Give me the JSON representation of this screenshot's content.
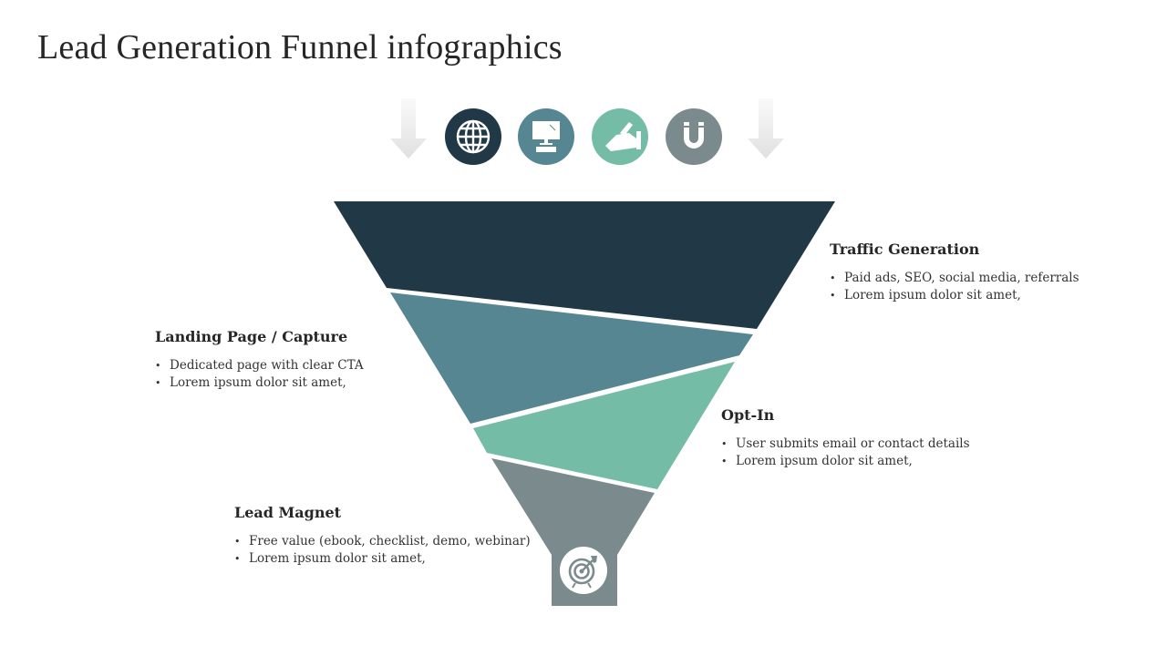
{
  "title": "Lead Generation Funnel infographics",
  "colors": {
    "stage1": "#213847",
    "stage2": "#578693",
    "stage3": "#75bca7",
    "stage4": "#7b8b8d",
    "arrow": "#e6e6e6"
  },
  "top_icons": [
    "globe-icon",
    "computer-icon",
    "handshake-icon",
    "magnet-icon"
  ],
  "bottom_icon": "target-icon",
  "stages": [
    {
      "title": "Traffic Generation",
      "bullets": [
        "Paid ads, SEO, social media, referrals",
        "Lorem ipsum dolor sit amet,"
      ]
    },
    {
      "title": "Landing Page / Capture",
      "bullets": [
        "Dedicated page with clear CTA",
        "Lorem ipsum dolor sit amet,"
      ]
    },
    {
      "title": "Opt-In",
      "bullets": [
        "User submits email or contact details",
        "Lorem ipsum dolor sit amet,"
      ]
    },
    {
      "title": "Lead Magnet",
      "bullets": [
        "Free value (ebook, checklist, demo, webinar)",
        "Lorem ipsum dolor sit amet,"
      ]
    }
  ]
}
